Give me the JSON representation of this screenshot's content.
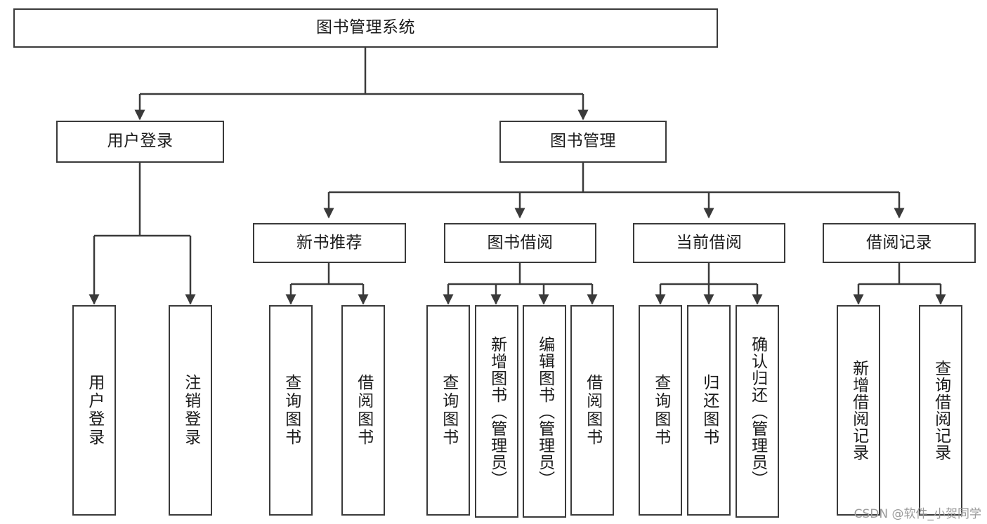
{
  "diagram": {
    "type": "tree",
    "title": "图书管理系统",
    "watermark": "CSDN @软件_小贺同学",
    "colors": {
      "box_border": "#3a3a3a",
      "box_fill": "#ffffff",
      "edge": "#3a3a3a",
      "text": "#1a1a1a",
      "watermark": "#9a9a9a"
    },
    "nodes": {
      "root": {
        "label": "图书管理系统"
      },
      "level1": [
        {
          "label": "用户登录"
        },
        {
          "label": "图书管理"
        }
      ],
      "level2": [
        {
          "label": "新书推荐"
        },
        {
          "label": "图书借阅"
        },
        {
          "label": "当前借阅"
        },
        {
          "label": "借阅记录"
        }
      ],
      "leaves": {
        "user_login": [
          {
            "label": "用户登录"
          },
          {
            "label": "注销登录"
          }
        ],
        "new_book_recommend": [
          {
            "label": "查询图书"
          },
          {
            "label": "借阅图书"
          }
        ],
        "book_borrow": [
          {
            "label": "查询图书"
          },
          {
            "label": "新增图书（管理员）"
          },
          {
            "label": "编辑图书（管理员）"
          },
          {
            "label": "借阅图书"
          }
        ],
        "current_borrow": [
          {
            "label": "查询图书"
          },
          {
            "label": "归还图书"
          },
          {
            "label": "确认归还（管理员）"
          }
        ],
        "borrow_record": [
          {
            "label": "新增借阅记录"
          },
          {
            "label": "查询借阅记录"
          }
        ]
      }
    }
  }
}
